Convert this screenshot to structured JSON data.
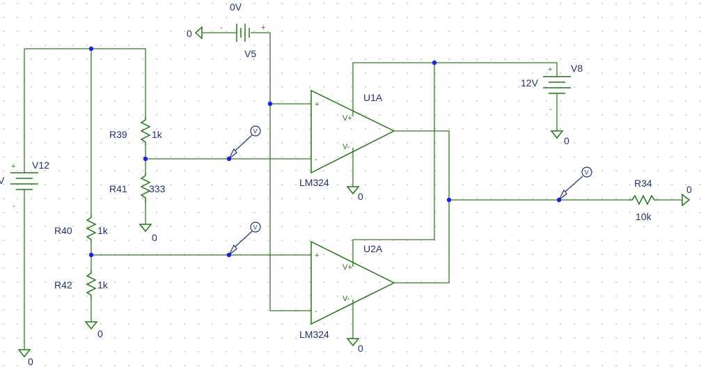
{
  "components": {
    "v5": {
      "ref": "V5",
      "value": "0V",
      "gnd": "0",
      "plus": "+",
      "minus": "-"
    },
    "v8": {
      "ref": "V8",
      "value": "12V",
      "gnd": "0",
      "plus": "+",
      "minus": "-"
    },
    "v12": {
      "ref": "V12",
      "value": "V",
      "gnd": "0",
      "plus": "+",
      "minus": "-"
    },
    "r39": {
      "ref": "R39",
      "value": "1k"
    },
    "r41": {
      "ref": "R41",
      "value": "333",
      "gnd": "0"
    },
    "r40": {
      "ref": "R40",
      "value": "1k"
    },
    "r42": {
      "ref": "R42",
      "value": "1k",
      "gnd": "0"
    },
    "r34": {
      "ref": "R34",
      "value": "10k",
      "gnd": "0"
    },
    "u1a": {
      "ref": "U1A",
      "part": "LM324",
      "gnd": "0",
      "vplus": "V+",
      "vminus": "V-",
      "in_plus": "+",
      "in_minus": "-"
    },
    "u2a": {
      "ref": "U2A",
      "part": "LM324",
      "gnd": "0",
      "vplus": "V+",
      "vminus": "V-",
      "in_plus": "+",
      "in_minus": "-"
    }
  },
  "probes": {
    "symbol": "V"
  },
  "colors": {
    "wire": "#2e7d1f",
    "label": "#1f2e80",
    "junction": "#1a1aff"
  }
}
